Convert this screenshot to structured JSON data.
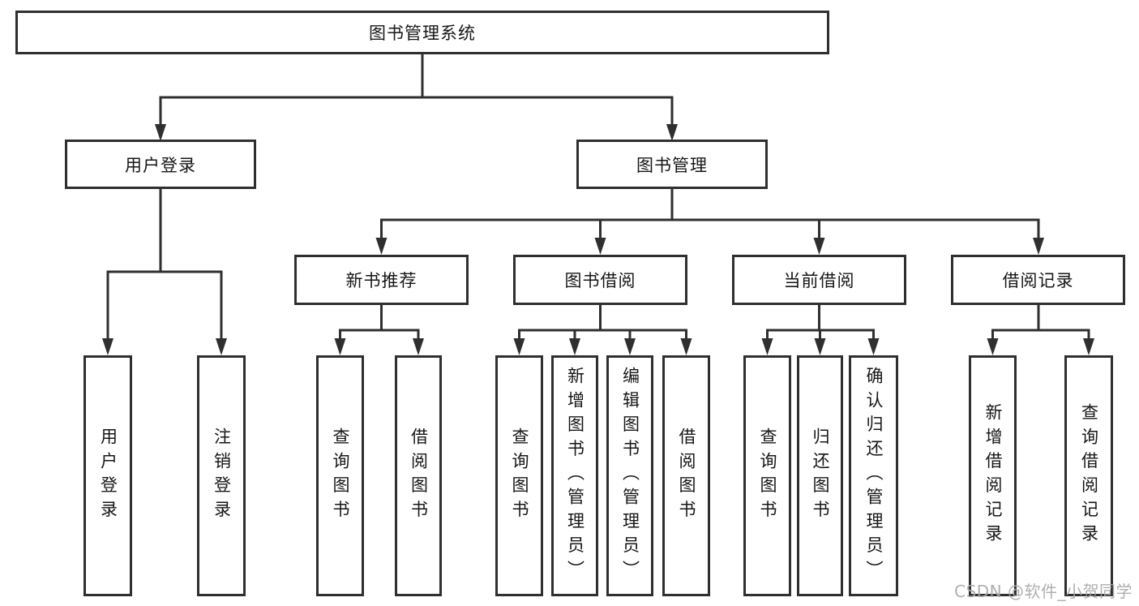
{
  "diagram": {
    "root": {
      "label": "图书管理系统"
    },
    "level2": [
      {
        "id": "user-login",
        "label": "用户登录"
      },
      {
        "id": "book-management",
        "label": "图书管理"
      }
    ],
    "level3": [
      {
        "id": "new-book-recommend",
        "label": "新书推荐"
      },
      {
        "id": "book-borrowing",
        "label": "图书借阅"
      },
      {
        "id": "current-borrowing",
        "label": "当前借阅"
      },
      {
        "id": "borrow-records",
        "label": "借阅记录"
      }
    ],
    "leaves": [
      {
        "id": "user-login",
        "label": "用户登录",
        "parent": "用户登录"
      },
      {
        "id": "logout",
        "label": "注销登录",
        "parent": "用户登录"
      },
      {
        "id": "query-books-1",
        "label": "查询图书",
        "parent": "新书推荐"
      },
      {
        "id": "borrow-books-1",
        "label": "借阅图书",
        "parent": "新书推荐"
      },
      {
        "id": "query-books-2",
        "label": "查询图书",
        "parent": "图书借阅"
      },
      {
        "id": "add-books-admin",
        "label": "新增图书（管理员）",
        "parent": "图书借阅"
      },
      {
        "id": "edit-books-admin",
        "label": "编辑图书（管理员）",
        "parent": "图书借阅"
      },
      {
        "id": "borrow-books-2",
        "label": "借阅图书",
        "parent": "图书借阅"
      },
      {
        "id": "query-books-3",
        "label": "查询图书",
        "parent": "当前借阅"
      },
      {
        "id": "return-books",
        "label": "归还图书",
        "parent": "当前借阅"
      },
      {
        "id": "confirm-return-admin",
        "label": "确认归还（管理员）",
        "parent": "当前借阅"
      },
      {
        "id": "add-borrow-record",
        "label": "新增借阅记录",
        "parent": "借阅记录"
      },
      {
        "id": "query-borrow-record",
        "label": "查询借阅记录",
        "parent": "借阅记录"
      }
    ]
  },
  "watermark": {
    "text": "CSDN @软件_小贺同学"
  },
  "colors": {
    "line": "#2f2f2f",
    "text": "#161616",
    "box_fill": "#ffffff",
    "watermark": "#a8a8a8",
    "background": "#ffffff"
  }
}
